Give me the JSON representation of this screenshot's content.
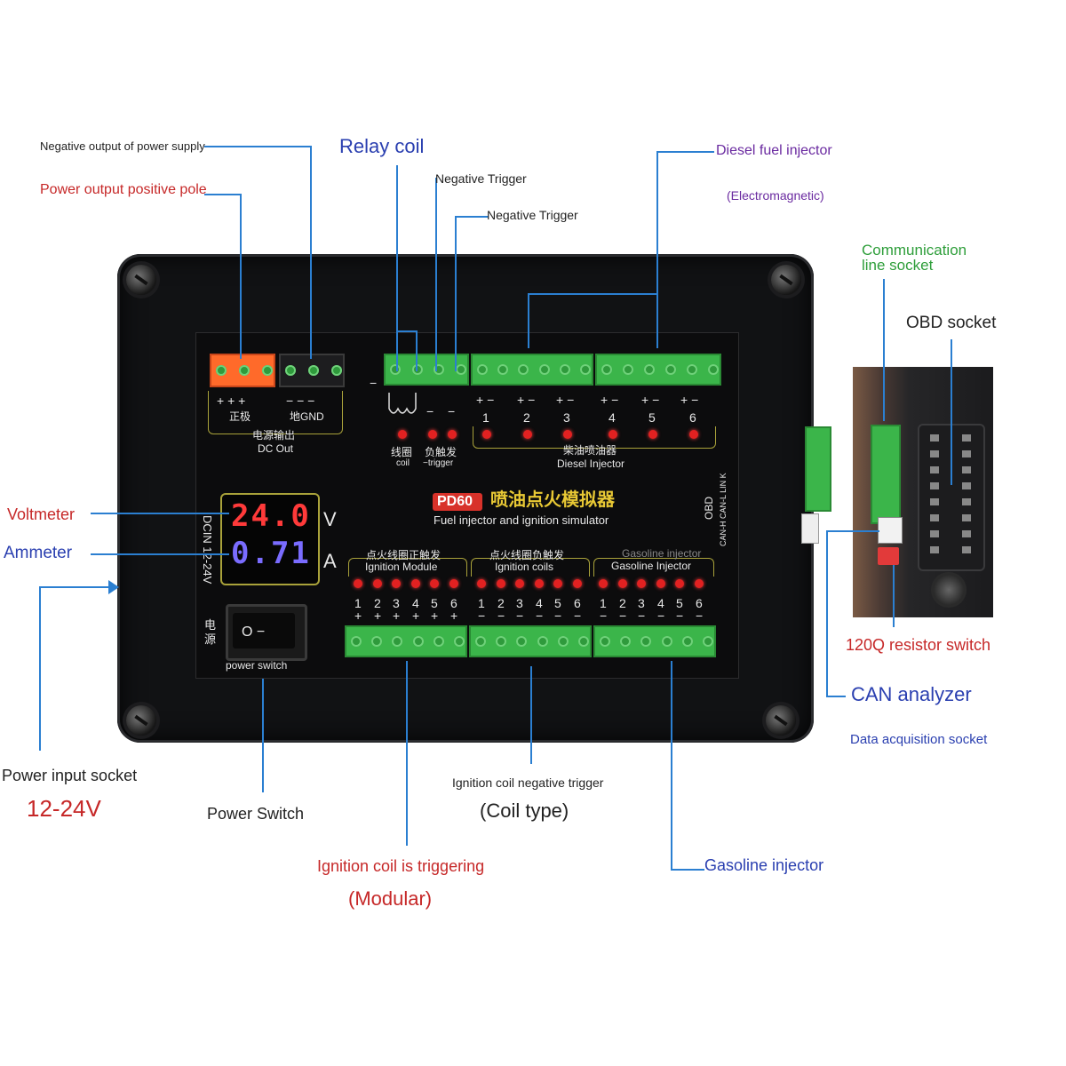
{
  "callouts": {
    "neg_output": "Negative output of power supply",
    "pos_output": "Power output positive pole",
    "relay_coil": "Relay coil",
    "neg_trigger_1": "Negative Trigger",
    "neg_trigger_2": "Negative Trigger",
    "diesel_injector": "Diesel fuel injector",
    "diesel_injector_sub": "(Electromagnetic)",
    "comm_line_1": "Communication",
    "comm_line_2": "line socket",
    "obd_socket": "OBD socket",
    "voltmeter": "Voltmeter",
    "ammeter": "Ammeter",
    "resistor_switch": "120Q resistor switch",
    "can_analyzer": "CAN analyzer",
    "data_acq": "Data acquisition socket",
    "power_input": "Power input socket",
    "power_input_range": "12-24V",
    "power_switch": "Power Switch",
    "coil_neg_trigger": "Ignition coil negative trigger",
    "coil_type": "(Coil type)",
    "ign_module": "Ignition coil is triggering",
    "modular": "(Modular)",
    "gasoline_injector": "Gasoline injector"
  },
  "panel": {
    "plus_marks": "+ + +",
    "minus_marks": "− − −",
    "pos_label": "正极",
    "gnd_label": "地GND",
    "dc_out_cn": "电源输出",
    "dc_out_en": "DC Out",
    "coil_cn": "线圈",
    "coil_en": "coil",
    "neg_trig_cn": "负触发",
    "neg_trig_en": "−trigger",
    "diesel_cn": "柴油喷油器",
    "diesel_en": "Diesel Injector",
    "model_badge": "PD60",
    "title_cn": "喷油点火模拟器",
    "title_en": "Fuel injector and ignition simulator",
    "obd_side": "OBD",
    "can_side": "CAN-H  CAN-L  LIN  K",
    "dcin": "DCIN 12-24V",
    "volt_reading": "24.0",
    "volt_unit": "V",
    "amp_reading": "0.71",
    "amp_unit": "A",
    "power_cn": "电源",
    "power_en": "power switch",
    "switch_symbols": "O  −",
    "module_cn": "点火线圈正触发",
    "module_en": "Ignition Module",
    "coils_cn": "点火线圈负触发",
    "coils_en": "Ignition coils",
    "gas_cn": "Gasoline injector",
    "gas_en": "Gasoline Injector",
    "diesel_numbers": [
      "1",
      "2",
      "3",
      "4",
      "5",
      "6"
    ],
    "bottom_numbers": [
      "1",
      "2",
      "3",
      "4",
      "5",
      "6"
    ],
    "diesel_pm": "+ −",
    "minus_short": "−"
  },
  "colors": {
    "leader": "#2b7fd1",
    "red_label": "#c62828",
    "blue_label": "#2a3fb0",
    "purple_label": "#6a2aa0",
    "green_label": "#2e9e3a",
    "led_red": "#e22121",
    "led_blue": "#6a5cff",
    "terminal_green": "#3bb54a",
    "panel_gold": "#a9a23a"
  }
}
